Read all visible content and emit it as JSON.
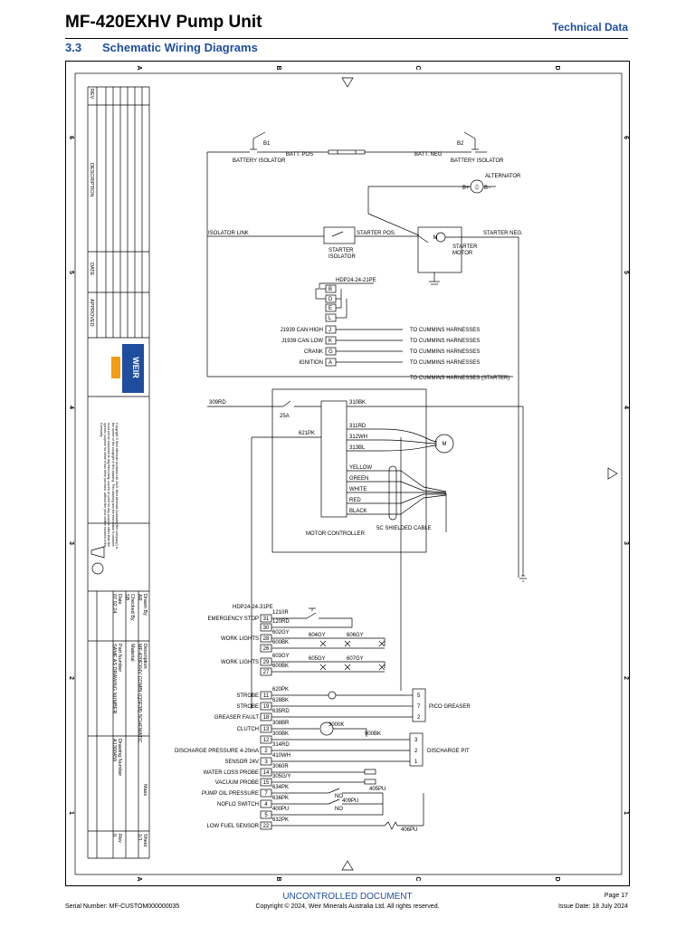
{
  "header": {
    "title": "MF-420EXHV Pump Unit",
    "tag": "Technical Data",
    "section_number": "3.3",
    "section_title": "Schematic Wiring Diagrams"
  },
  "grid": {
    "letters": [
      "A",
      "B",
      "C",
      "D"
    ],
    "numbers": [
      "6",
      "5",
      "4",
      "3",
      "2",
      "1"
    ]
  },
  "battery": {
    "b1": "B1",
    "b2": "B2",
    "pos": "BATT. POS",
    "neg": "BATT. NEG",
    "iso_left": "BATTERY ISOLATOR",
    "iso_right": "BATTERY ISOLATOR",
    "alternator": "ALTERNATOR",
    "bplus": "B+",
    "bminus": "B−"
  },
  "starter": {
    "isolator_link": "ISOLATOR LINK",
    "starter_pos": "STARTER POS.",
    "starter_neg": "STARTER NEG.",
    "starter_iso_1": "STARTER",
    "starter_iso_2": "ISOLATOR",
    "motor_1": "STARTER",
    "motor_2": "MOTOR"
  },
  "hdp21": {
    "title": "HDP24-24-21PE",
    "pins": [
      "B",
      "D",
      "E",
      "L"
    ],
    "signals": [
      {
        "name": "J1939 CAN HIGH",
        "pin": "J",
        "dest": "TO CUMMINS HARNESSES"
      },
      {
        "name": "J1939 CAN LOW",
        "pin": "K",
        "dest": "TO CUMMINS HARNESSES"
      },
      {
        "name": "CRANK",
        "pin": "G",
        "dest": "TO CUMMINS HARNESSES"
      },
      {
        "name": "IGNITION",
        "pin": "A",
        "dest": "TO CUMMINS HARNESSES"
      }
    ],
    "starter_dest": "TO CUMMINS HARNESSES (STARTER)"
  },
  "controller": {
    "label": "MOTOR CONTROLLER",
    "w309": "309RD",
    "w310": "310BK",
    "fuse": "25A",
    "w621": "621PK",
    "w311": "311RD",
    "w312": "312WH",
    "w313": "313BL",
    "motor": "M",
    "cable_colors": [
      "YELLOW",
      "GREEN",
      "WHITE",
      "RED",
      "BLACK"
    ],
    "cable": "5C SHIELDED CABLE"
  },
  "hdp31": {
    "title": "HDP24-24-31PE",
    "rows": [
      {
        "label": "EMERGENCY STOP",
        "pin": "31",
        "wire": "1210R"
      },
      {
        "label": "",
        "pin": "30",
        "wire": "120RD"
      },
      {
        "label": "WORK LIGHTS",
        "pin": "28",
        "wire": "602GY"
      },
      {
        "label": "",
        "pin": "26",
        "wire": "600BK"
      },
      {
        "label": "WORK LIGHTS",
        "pin": "29",
        "wire": "603GY"
      },
      {
        "label": "",
        "pin": "27",
        "wire": "600BK"
      },
      {
        "label": "STROBE",
        "pin": "11",
        "wire": "620PK"
      },
      {
        "label": "STROBE",
        "pin": "19",
        "wire": "628BK"
      },
      {
        "label": "GREASER FAULT",
        "pin": "18",
        "wire": "635RD"
      },
      {
        "label": "CLUTCH",
        "pin": "13",
        "wire": "308BR"
      },
      {
        "label": "",
        "pin": "12",
        "wire": "300BK"
      },
      {
        "label": "DISCHARGE PRESSURE 4-20mA",
        "pin": "2",
        "wire": "314RD"
      },
      {
        "label": "SENSOR 24V",
        "pin": "3",
        "wire": "410WH"
      },
      {
        "label": "WATER LOSS PROBE",
        "pin": "14",
        "wire": "3060R"
      },
      {
        "label": "VACUUM PROBE",
        "pin": "15",
        "wire": "305G/Y"
      },
      {
        "label": "PUMP OIL PRESSURE",
        "pin": "7",
        "wire": "634PK"
      },
      {
        "label": "NOFLO SWITCH",
        "pin": "4",
        "wire": "636PK"
      },
      {
        "label": "",
        "pin": "5",
        "wire": "400PU"
      },
      {
        "label": "LOW FUEL SENSOR",
        "pin": "22",
        "wire": "632PK"
      }
    ],
    "light_wires": [
      "604GY",
      "606GY",
      "605GY",
      "607GY"
    ],
    "clutch_wire": "3000K",
    "w900": "900BK",
    "w405": "405PU",
    "w409": "409PU",
    "w406": "406PU",
    "no1": "NO",
    "no2": "NO",
    "pico": {
      "label": "PICO GREASER",
      "pins": [
        "5",
        "7",
        "2"
      ]
    },
    "pit": {
      "label": "DISCHARGE PIT",
      "pins": [
        "3",
        "2",
        "1"
      ]
    }
  },
  "titleblock": {
    "cols": [
      "REV",
      "DESCRIPTION",
      "DATE",
      "APPROVED"
    ],
    "company": "WEIR",
    "copyright": "Copyright © Weir Minerals Australia Ltd 2020. Weir Minerals Australia ('the company') is the owner of the copyright in this drawing. This drawing and the information it contains must not be disclosed to any third party, copied or used for any purpose other than the specific purpose for which it has been provided, without the prior written consent of the Company.",
    "drawn_by_label": "Drawn By",
    "drawn_by": "AR",
    "checked_by_label": "Checked By",
    "checked_by": "SB",
    "date_label": "Date",
    "date": "07.02.24",
    "description_label": "Description",
    "description": "MF-420EXHV COMBI (QSF38) SCHEMATIC",
    "material_label": "Material",
    "part_number_label": "Part Number",
    "part_number": "SAME AS DRAWING NUMBER",
    "drawing_number_label": "Drawing Number",
    "drawing_number": "A1300459",
    "mass_label": "Mass",
    "sheet_label": "Sheet",
    "sheet": "1/1",
    "rev_label": "Rev",
    "rev": "0"
  },
  "footer": {
    "uncontrolled": "UNCONTROLLED DOCUMENT",
    "copyright": "Copyright © 2024, Weir Minerals Australia Ltd. All rights reserved.",
    "serial": "Serial Number: MF-CUSTOM000000035",
    "page": "Page 17",
    "issue_date": "Issue Date: 18 July 2024"
  },
  "colors": {
    "accent": "#1f4e9e",
    "line": "#000000",
    "orange": "#f39c12"
  }
}
